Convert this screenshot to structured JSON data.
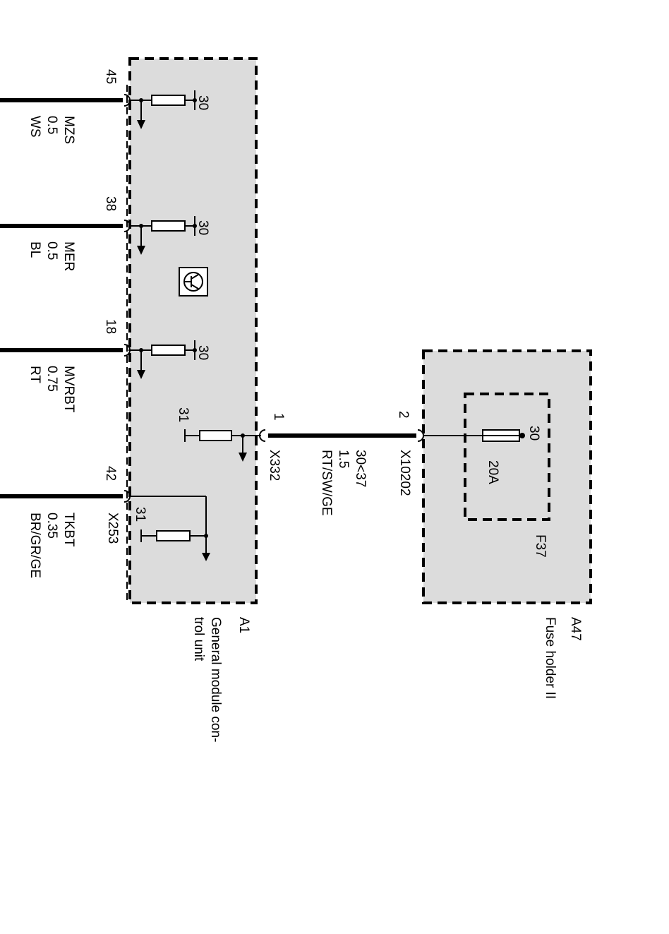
{
  "components": {
    "a1": {
      "id": "A1",
      "name_line1": "General module con-",
      "name_line2": "trol unit"
    },
    "a47": {
      "id": "A47",
      "name": "Fuse holder II"
    },
    "fuse": {
      "id": "F37",
      "rating": "20A",
      "terminal": "30"
    }
  },
  "connectors": {
    "x253": "X253",
    "x332": "X332",
    "x10202": "X10202"
  },
  "pins": {
    "p45": "45",
    "p38": "38",
    "p18": "18",
    "p42": "42",
    "p1": "1",
    "p2": "2",
    "t30": "30",
    "t31": "31"
  },
  "wires": {
    "mzs": {
      "signal": "MZS",
      "size": "0.5",
      "color": "WS"
    },
    "mer": {
      "signal": "MER",
      "size": "0.5",
      "color": "BL"
    },
    "mvrbt": {
      "signal": "MVRBT",
      "size": "0.75",
      "color": "RT"
    },
    "tkbt": {
      "signal": "TKBT",
      "size": "0.35",
      "color": "BR/GR/GE"
    },
    "supply": {
      "signal": "30<37",
      "size": "1.5",
      "color": "RT/SW/GE"
    }
  },
  "accent_colors": {
    "module_fill": "#dcdcdc",
    "line": "#000000"
  },
  "icons": [
    "transistor-symbol-icon",
    "ground-arrow-icon",
    "resistor-icon",
    "fuse-icon"
  ]
}
